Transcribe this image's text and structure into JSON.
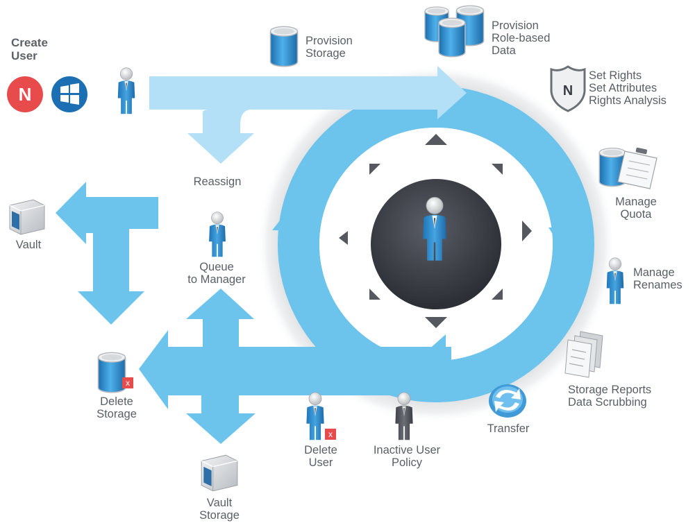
{
  "title": [
    "Create",
    "User"
  ],
  "labels": {
    "provision_storage": [
      "Provision",
      "Storage"
    ],
    "provision_role_data": [
      "Provision",
      "Role-based",
      "Data"
    ],
    "rights": [
      "Set Rights",
      "Set Attributes",
      "Rights Analysis"
    ],
    "reassign": [
      "Reassign"
    ],
    "vault": [
      "Vault"
    ],
    "manage_quota": [
      "Manage",
      "Quota"
    ],
    "queue_to_manager": [
      "Queue",
      "to Manager"
    ],
    "manage_renames": [
      "Manage",
      "Renames"
    ],
    "storage_reports": [
      "Storage Reports",
      "Data Scrubbing"
    ],
    "delete_storage": [
      "Delete",
      "Storage"
    ],
    "transfer": [
      "Transfer"
    ],
    "delete_user": [
      "Delete",
      "User"
    ],
    "inactive_policy": [
      "Inactive User",
      "Policy"
    ],
    "vault_storage": [
      "Vault",
      "Storage"
    ]
  },
  "badges": {
    "n_letter": "N",
    "x_mark": "x"
  },
  "colors": {
    "arrow": "#6cc4ec",
    "arrow_light": "#b3e0f6",
    "hub": "#3c3e46",
    "text": "#595f66",
    "person_blue": "#2a86c8",
    "person_gray": "#55585e",
    "red": "#e84b4b",
    "windows_blue": "#1d6fb4"
  },
  "icons": [
    "novell-logo-icon",
    "windows-logo-icon",
    "user-icon",
    "database-icon",
    "database-stack-icon",
    "shield-icon",
    "clipboard-icon",
    "vault-icon",
    "document-stack-icon",
    "refresh-icon",
    "delete-badge-icon"
  ]
}
